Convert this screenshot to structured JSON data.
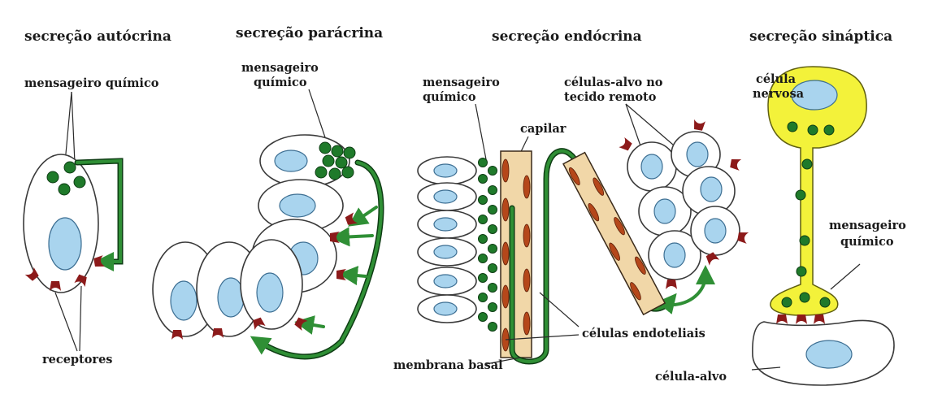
{
  "panels": {
    "autocrina": {
      "title": "secreção autócrina",
      "messenger": "mensageiro químico",
      "receptors": "receptores"
    },
    "paracrina": {
      "title": "secreção parácrina",
      "messenger_line1": "mensageiro",
      "messenger_line2": "químico"
    },
    "endocrina": {
      "title": "secreção endócrina",
      "messenger_line1": "mensageiro",
      "messenger_line2": "químico",
      "capillary": "capilar",
      "targets_line1": "células-alvo no",
      "targets_line2": "tecido remoto",
      "endothelial": "células endoteliais",
      "basal": "membrana basal"
    },
    "sinaptica": {
      "title": "secreção sináptica",
      "nerve_line1": "célula",
      "nerve_line2": "nervosa",
      "messenger_line1": "mensageiro",
      "messenger_line2": "químico",
      "target": "célula-alvo"
    }
  },
  "colors": {
    "nucleus": "#a9d4ee",
    "messenger": "#1f7a2a",
    "arrow": "#2f8f35",
    "receptor": "#8c1a1a",
    "capillary": "#f1d7a8",
    "neuron": "#f3f23a"
  }
}
